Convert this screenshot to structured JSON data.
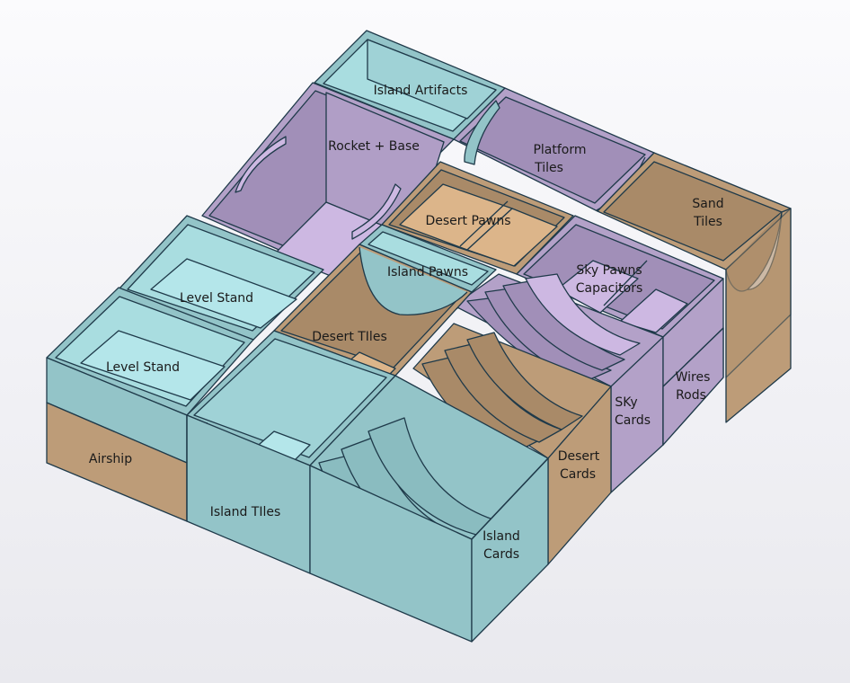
{
  "colors": {
    "island": "#93c4c8",
    "island_light": "#a9dde0",
    "island_floor": "#b4e6ea",
    "desert": "#bd9c78",
    "desert_dark": "#a98a68",
    "desert_floor": "#dcb58a",
    "sky": "#b3a1c8",
    "sky_dark": "#a18fb8",
    "sky_floor": "#cdb8e2",
    "outline": "#1f3a4a"
  },
  "labels": {
    "island_artifacts": "Island Artifacts",
    "rocket_base": "Rocket + Base",
    "platform_tiles": [
      "Platform",
      "Tiles"
    ],
    "sand_tiles": [
      "Sand",
      "Tiles"
    ],
    "desert_pawns": "Desert Pawns",
    "island_pawns": "Island Pawns",
    "sky_pawns_capacitors": [
      "Sky Pawns",
      "Capacitors"
    ],
    "level_stand_top": "Level Stand",
    "level_stand_bottom": "Level Stand",
    "desert_tiles": "Desert TIles",
    "airship": "Airship",
    "island_tiles": "Island TIles",
    "island_cards": [
      "Island",
      "Cards"
    ],
    "desert_cards": [
      "Desert",
      "Cards"
    ],
    "sky_cards": [
      "SKy",
      "Cards"
    ],
    "wires_rods": [
      "Wires",
      "Rods"
    ]
  }
}
